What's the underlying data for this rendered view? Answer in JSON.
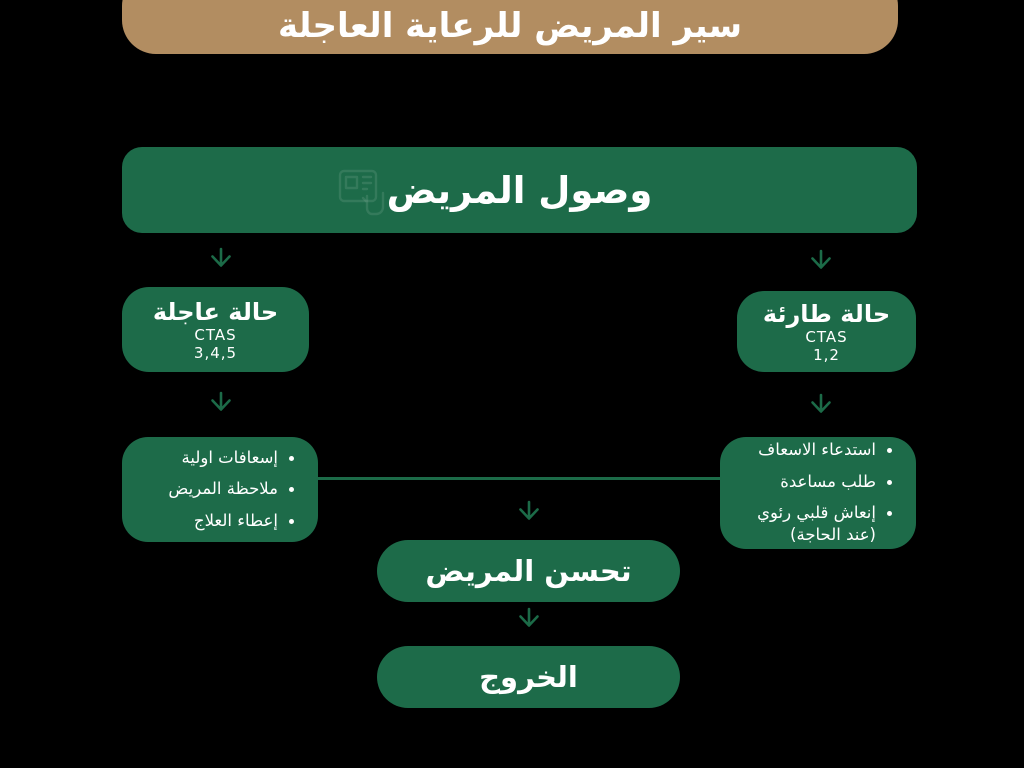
{
  "colors": {
    "bg": "#000000",
    "green": "#1d6b49",
    "line": "#1c6b48",
    "tan": "#b28d61",
    "text": "#ffffff"
  },
  "icons": {
    "arrow_down": "thin chevron down arrow (svg stroke)",
    "watermark": "faint hand-holding-device with QR icon",
    "bullet": "small round dot (css circle)"
  },
  "header": {
    "title": "سير المريض للرعاية العاجلة"
  },
  "flow": {
    "arrival": {
      "label": "وصول المريض"
    },
    "urgent": {
      "title": "حالة عاجلة",
      "scale": "CTAS",
      "levels": "3,4,5"
    },
    "emergency": {
      "title": "حالة طارئة",
      "scale": "CTAS",
      "levels": "1,2"
    },
    "urgent_actions": {
      "items": [
        "إسعافات اولية",
        "ملاحظة المريض",
        "إعطاء العلاج"
      ]
    },
    "emergency_actions": {
      "items": [
        "استدعاء الاسعاف",
        "طلب مساعدة",
        "إنعاش قلبي رئوي\n(عند الحاجة)"
      ]
    },
    "improvement": {
      "label": "تحسن المريض"
    },
    "discharge": {
      "label": "الخروج"
    }
  }
}
